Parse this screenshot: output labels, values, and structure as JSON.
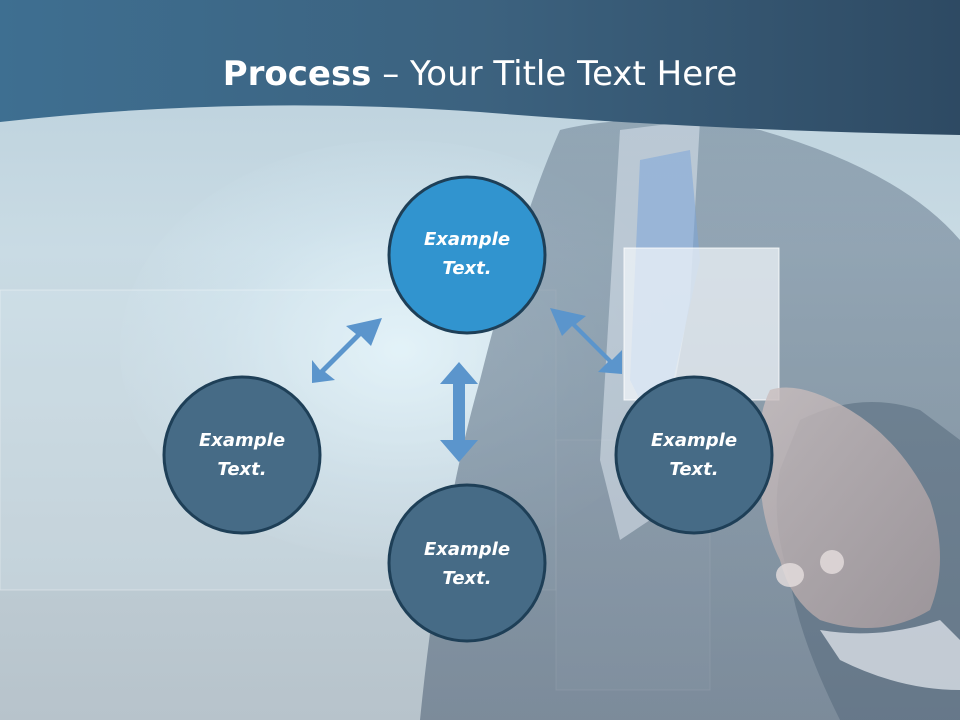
{
  "slide": {
    "title_bold": "Process",
    "title_rest": " – Your Title Text Here"
  },
  "diagram": {
    "nodes": [
      {
        "id": "top",
        "line1": "Example",
        "line2": "Text.",
        "fill": "#3194cf"
      },
      {
        "id": "left",
        "line1": "Example",
        "line2": "Text.",
        "fill": "#466b86"
      },
      {
        "id": "bottom",
        "line1": "Example",
        "line2": "Text.",
        "fill": "#466b86"
      },
      {
        "id": "right",
        "line1": "Example",
        "line2": "Text.",
        "fill": "#466b86"
      }
    ],
    "arrow_color": "#5b95cc",
    "node_border": "#1e3f57"
  }
}
